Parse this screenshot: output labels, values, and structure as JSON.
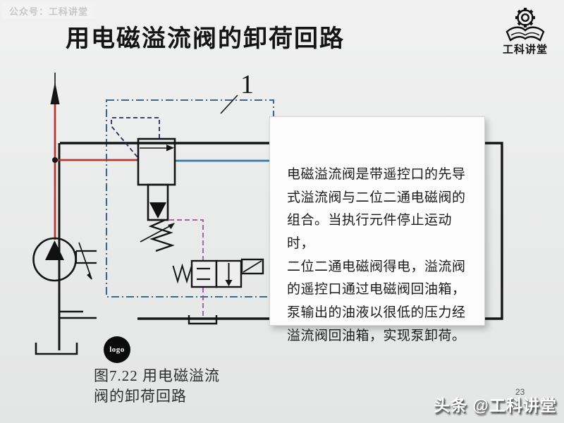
{
  "watermark_top": "公众号：工科讲堂",
  "title": "用电磁溢流阀的卸荷回路",
  "brand": {
    "name": "工科讲堂"
  },
  "diagram": {
    "component_label": "1",
    "logo_badge": "logo",
    "caption": "图7.22 用电磁溢流\n阀的卸荷回路"
  },
  "note": {
    "text": "电磁溢流阀是带遥控口的先导\n式溢流阀与二位二通电磁阀的\n组合。当执行元件停止运动时，\n二位二通电磁阀得电，溢流阀\n的遥控口通过电磁阀回油箱，\n泵输出的油液以很低的压力经\n溢流阀回油箱，实现泵卸荷。"
  },
  "page_number": "23",
  "watermark_bottom": "头条 @工科讲堂",
  "colors": {
    "pressure_line": "#b23a32",
    "return_line": "#3379ab",
    "pilot_line": "#2b2b5e",
    "drain_line": "#9b4f9b",
    "boundary": "#3a6a8a",
    "ink": "#151515"
  }
}
